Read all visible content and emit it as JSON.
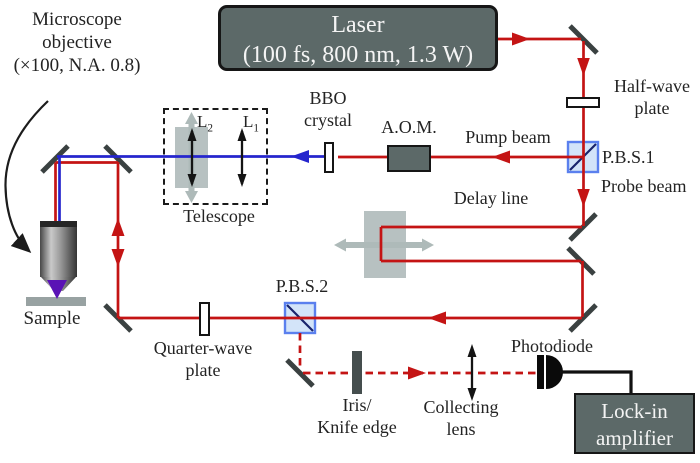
{
  "diagram": {
    "laser": {
      "line1": "Laser",
      "line2": "(100 fs, 800 nm, 1.3 W)"
    },
    "microscope_objective": {
      "line1": "Microscope",
      "line2": "objective",
      "line3": "(×100, N.A. 0.8)"
    },
    "half_wave_plate": {
      "line1": "Half-wave",
      "line2": "plate"
    },
    "pbs1": "P.B.S.1",
    "pump_beam": "Pump beam",
    "probe_beam": "Probe beam",
    "bbo": {
      "line1": "BBO",
      "line2": "crystal"
    },
    "aom": "A.O.M.",
    "telescope": {
      "label": "Telescope",
      "lens1": {
        "base": "L",
        "sub": "1"
      },
      "lens2": {
        "base": "L",
        "sub": "2"
      }
    },
    "delay_line": "Delay line",
    "pbs2": "P.B.S.2",
    "quarter_wave_plate": {
      "line1": "Quarter-wave",
      "line2": "plate"
    },
    "sample": "Sample",
    "iris": {
      "line1": "Iris/",
      "line2": "Knife edge"
    },
    "collecting_lens": {
      "line1": "Collecting",
      "line2": "lens"
    },
    "photodiode": "Photodiode",
    "lock_in": {
      "line1": "Lock-in",
      "line2": "amplifier"
    }
  },
  "colors": {
    "beam_red": "#c41414",
    "beam_blue": "#2525cd",
    "mirror": "#3a4141",
    "box_gray": "#5c6968",
    "box_border": "#161616",
    "stage_gray": "#b7c1c1",
    "gray_arrow": "#aebab9",
    "pbs_fill": "#d3e4f9",
    "pbs_border": "#5b80ee",
    "pbs_diag": "#19246d",
    "iris_gray": "#454e4e",
    "sample_gray": "#98a2a2",
    "focus_purple": "#5a12b5",
    "text": "#232323",
    "text_light": "#f4f4f4"
  }
}
